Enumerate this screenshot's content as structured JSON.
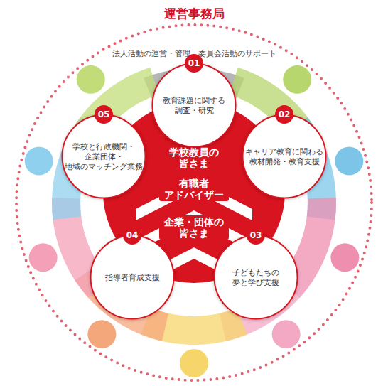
{
  "diagram": {
    "title": "運営事務局",
    "nodes": [
      {
        "text": [
          "学校教員の 皆さま",
          "有職者 アドバイザー",
          "企業・団体の 皆さま"
        ]
      },
      {
        "text": [
          "01",
          "教育課題に関する 調査・研究"
        ]
      },
      {
        "text": [
          "02",
          "キャリア教育に関わる 教材開発・教育支援"
        ]
      },
      {
        "text": [
          "03",
          "子どもたちの 夢と学び支援"
        ]
      },
      {
        "text": [
          "04",
          "指導者育成支援"
        ]
      },
      {
        "text": [
          "05",
          "学校と行政機関・ 企業団体・ 地域のマッチング業務"
        ]
      }
    ],
    "labels": [
      "法人活動の運営・管理、委員会活動のサポート"
    ]
  }
}
